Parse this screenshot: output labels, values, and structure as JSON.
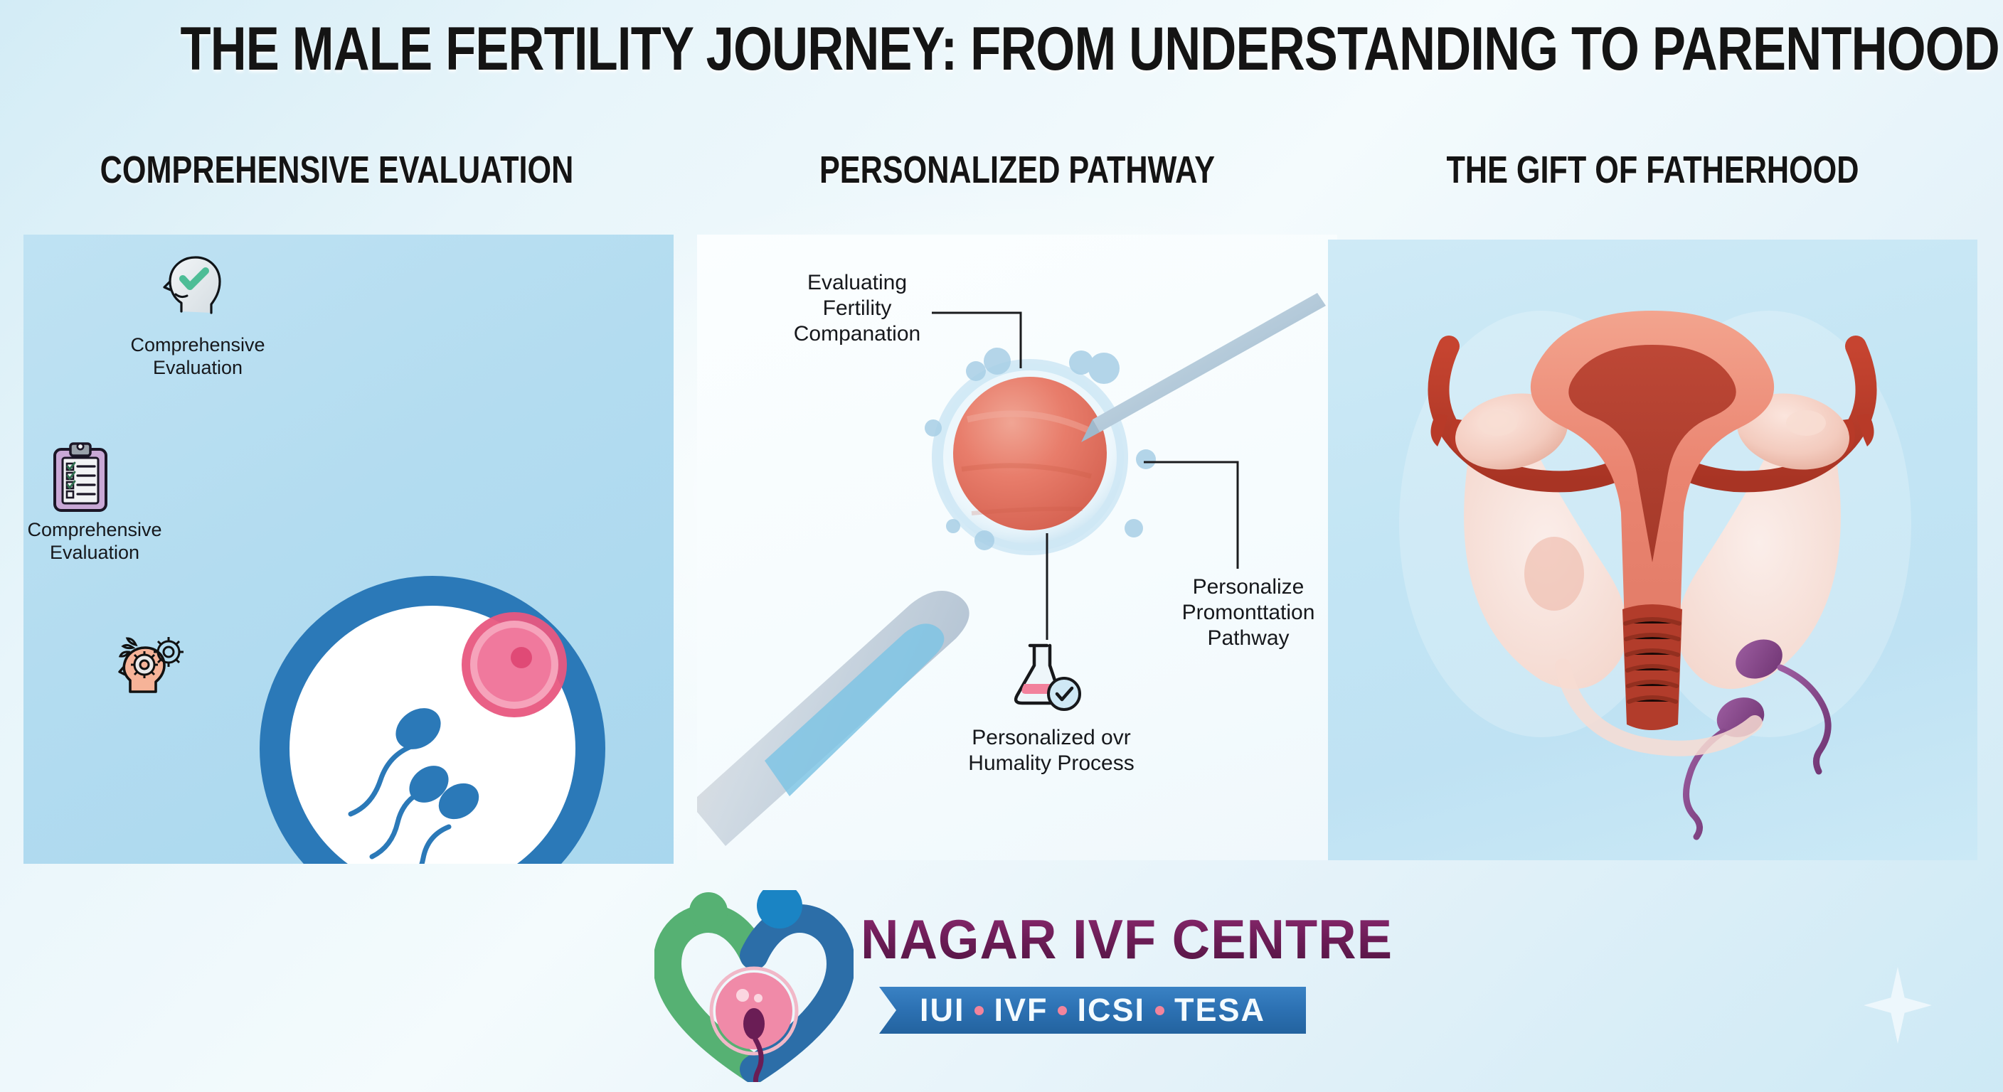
{
  "title": "THE MALE FERTILITY JOURNEY: FROM UNDERSTANDING TO PARENTHOOD",
  "sections": [
    {
      "heading": "COMPREHENSIVE EVALUATION"
    },
    {
      "heading": "PERSONALIZED PATHWAY"
    },
    {
      "heading": "THE GIFT OF FATHERHOOD"
    }
  ],
  "panel1": {
    "icons": [
      {
        "name": "head-check-icon",
        "label_line1": "Comprehensive",
        "label_line2": "Evaluation"
      },
      {
        "name": "clipboard-checklist-icon",
        "label_line1": "Comprehensive",
        "label_line2": "Evaluation"
      },
      {
        "name": "head-gears-icon",
        "label_line1": "",
        "label_line2": ""
      }
    ],
    "magnifier": {
      "name": "magnifier-sperm-egg-illustration",
      "ring_color": "#2b79b8",
      "egg_color": "#ee7b9c",
      "sperm_color": "#2b79b8",
      "sperm_count": 3
    }
  },
  "panel2": {
    "illustration": "icsi-micro-injection-illustration",
    "callouts": [
      {
        "name": "callout-evaluating-fertility",
        "lines": [
          "Evaluating",
          "Fertility",
          "Companation"
        ]
      },
      {
        "name": "callout-personalize-pathway",
        "lines": [
          "Personalize",
          "Promonttation",
          "Pathway"
        ]
      },
      {
        "name": "callout-humality-process",
        "lines": [
          "Personalized ovr",
          "Humality Process"
        ],
        "icon": "flask-check-icon"
      }
    ]
  },
  "panel3": {
    "illustration": "uterus-anatomy-with-sperm-illustration",
    "uterus_color": "#e2705c",
    "sperm_color": "#8b4a8f"
  },
  "logo": {
    "mark": "heart-family-embryo-logo-mark",
    "name": "NAGAR IVF CENTRE",
    "services": [
      "IUI",
      "IVF",
      "ICSI",
      "TESA"
    ],
    "name_color": "#6a1d55",
    "ribbon_color": "#2d72b4"
  },
  "decor": {
    "sparkle": "sparkle-icon"
  },
  "colors": {
    "background_start": "#d3ecf6",
    "background_end": "#cde9f5",
    "panel1_bg": "#b3dcf0",
    "panel3_bg": "#c3e5f4",
    "accent_blue": "#2b79b8",
    "accent_pink": "#ee7b9c",
    "accent_green": "#4fb183",
    "accent_purple": "#6a1d55"
  }
}
